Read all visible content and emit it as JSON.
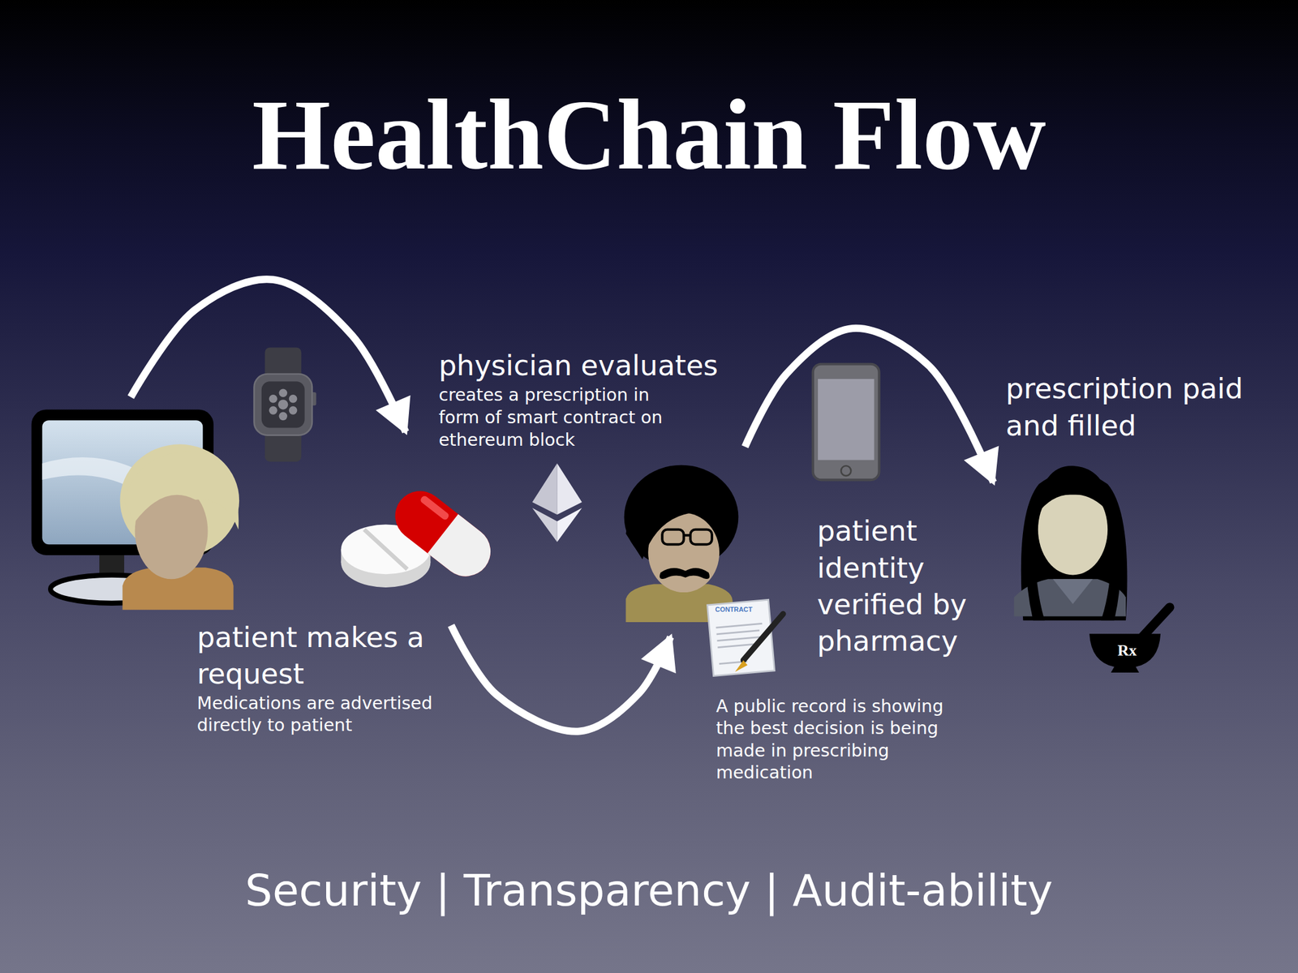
{
  "diagram": {
    "title": "HealthChain Flow",
    "caption": "Security | Transparency | Audit-ability",
    "nodes": [
      {
        "text": [
          "patient makes a request",
          "Medications are advertised directly to patient"
        ]
      },
      {
        "text": [
          "physician evaluates",
          "creates a prescription in form of smart contract on ethereum block"
        ]
      },
      {
        "text": [
          "prescription paid and filled"
        ]
      }
    ],
    "edges": [
      {
        "from": 0,
        "to": 1,
        "arrow": "to"
      },
      {
        "from": 0,
        "to": 1,
        "arrow": "to"
      },
      {
        "from": 1,
        "to": 2,
        "arrow": "to"
      }
    ],
    "labels": [
      "patient identity verified by pharmacy",
      "A public record is showing the best decision is being made in prescribing medication",
      "CONTRACT",
      "Rx"
    ]
  }
}
